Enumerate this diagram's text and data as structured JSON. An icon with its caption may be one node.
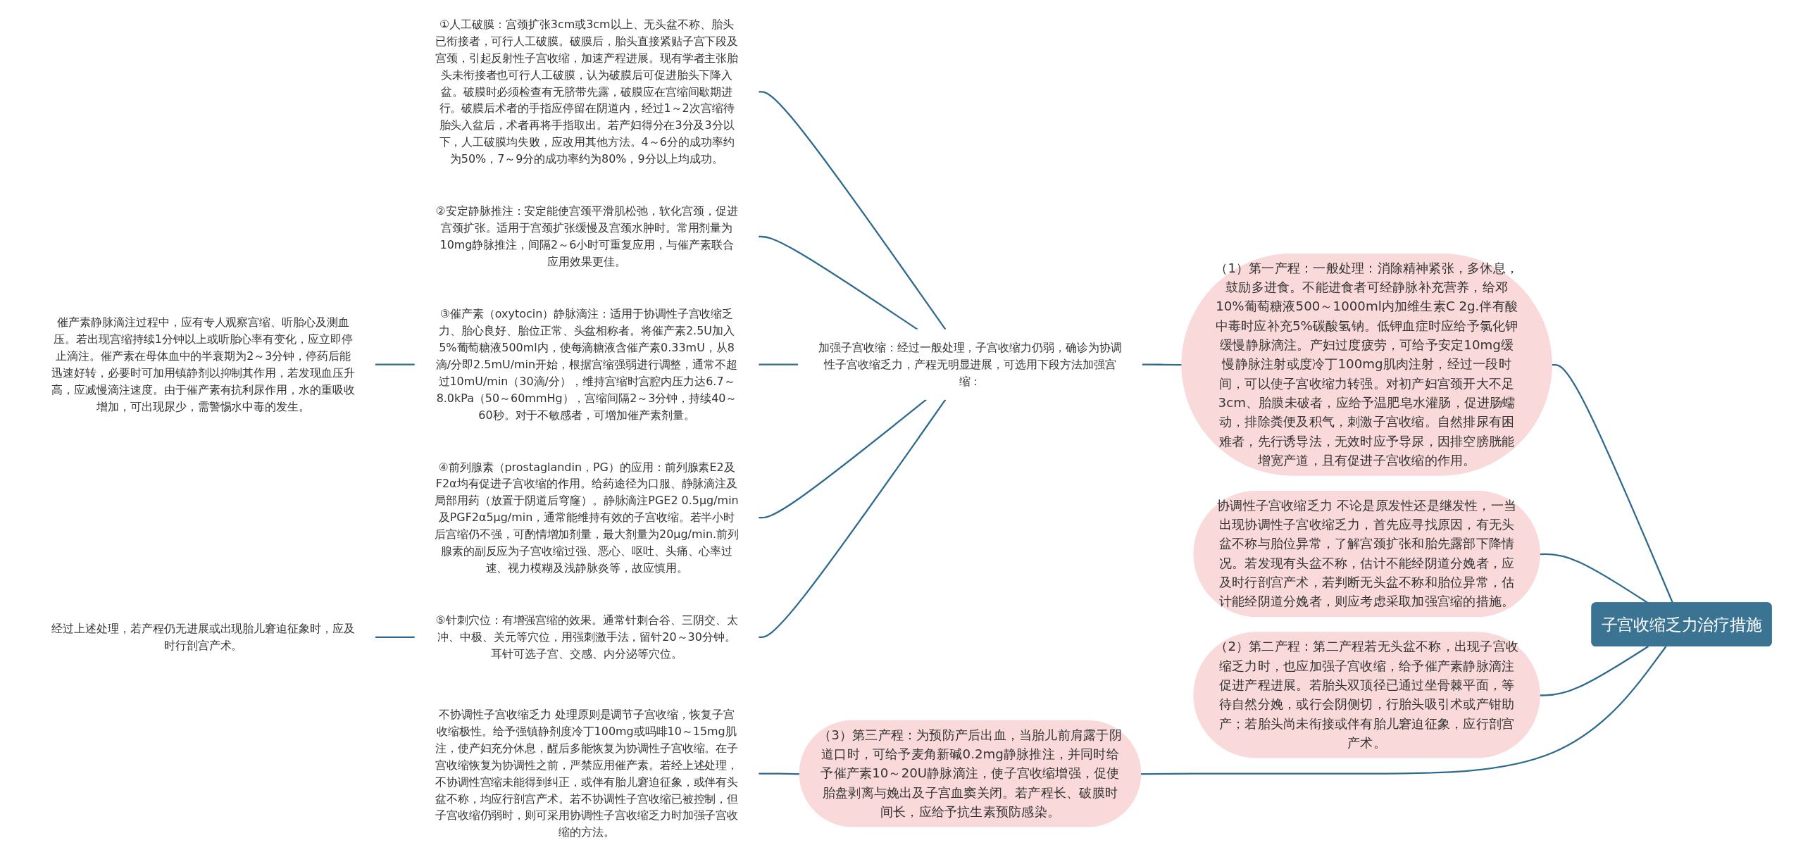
{
  "diagram": {
    "nodes": [
      {
        "text": [
          "子宫收缩乏力治疗措施"
        ]
      },
      {
        "text": [
          "（1）第一产程：一般处理：消除精神紧张，多休息，鼓励多进食。不能进食者可经静脉补充营养，给邓10%葡萄糖液500～1000ml内加维生素C 2g.伴有酸中毒时应补充5%碳酸氢钠。低钾血症时应给予氯化钾缓慢静脉滴注。产妇过度疲劳，可给予安定10mg缓慢静脉注射或度冷丁100mg肌肉注射，经过一段时间，可以使子宫收缩力转强。对初产妇宫颈开大不足3cm、胎膜未破者，应给予温肥皂水灌肠，促进肠蠕动，排除粪便及积气，刺激子宫收缩。自然排尿有困难者，先行诱导法，无效时应予导尿，因排空膀胱能增宽产道，且有促进子宫收缩的作用。"
        ]
      },
      {
        "text": [
          "加强子宫收缩：经过一般处理，子宫收缩力仍弱，确诊为协调性子宫收缩乏力，产程无明显进展，可选用下段方法加强宫缩："
        ]
      },
      {
        "text": [
          "①人工破膜：宫颈扩张3cm或3cm以上、无头盆不称、胎头已衔接者，可行人工破膜。破膜后，胎头直接紧贴子宫下段及宫颈，引起反射性子宫收缩，加速产程进展。现有学者主张胎头未衔接者也可行人工破膜，认为破膜后可促进胎头下降入盆。破膜时必须检查有无脐带先露，破膜应在宫缩间歇期进行。破膜后术者的手指应停留在阴道内，经过1～2次宫缩待胎头入盆后，术者再将手指取出。若产妇得分在3分及3分以下，人工破膜均失败，应改用其他方法。4～6分的成功率约为50%，7～9分的成功率约为80%，9分以上均成功。"
        ]
      },
      {
        "text": [
          "②安定静脉推注：安定能使宫颈平滑肌松弛，软化宫颈，促进宫颈扩张。适用于宫颈扩张缓慢及宫颈水肿时。常用剂量为10mg静脉推注，间隔2～6小时可重复应用，与催产素联合应用效果更佳。"
        ]
      },
      {
        "text": [
          "③催产素（oxytocin）静脉滴注：适用于协调性子宫收缩乏力、胎心良好、胎位正常、头盆相称者。将催产素2.5U加入5%葡萄糖液500ml内，使每滴糖液含催产素0.33mU，从8滴/分即2.5mU/min开始，根据宫缩强弱进行调整，通常不超过10mU/min（30滴/分），维持宫缩时宫腔内压力达6.7～8.0kPa（50～60mmHg），宫缩间隔2～3分钟，持续40～60秒。对于不敏感者，可增加催产素剂量。"
        ]
      },
      {
        "text": [
          "催产素静脉滴注过程中，应有专人观察宫缩、听胎心及测血压。若出现宫缩持续1分钟以上或听胎心率有变化，应立即停止滴注。催产素在母体血中的半衰期为2～3分钟，停药后能迅速好转，必要时可加用镇静剂以抑制其作用，若发现血压升高，应减慢滴注速度。由于催产素有抗利尿作用，水的重吸收增加，可出现尿少，需警惕水中毒的发生。"
        ]
      },
      {
        "text": [
          "④前列腺素（prostaglandin，PG）的应用：前列腺素E2及F2α均有促进子宫收缩的作用。给药途径为口服、静脉滴注及局部用药（放置于阴道后穹窿）。静脉滴注PGE2 0.5μg/min及PGF2α5μg/min，通常能维持有效的子宫收缩。若半小时后宫缩仍不强，可酌情增加剂量，最大剂量为20μg/min.前列腺素的副反应为子宫收缩过强、恶心、呕吐、头痛、心率过速、视力模糊及浅静脉炎等，故应慎用。"
        ]
      },
      {
        "text": [
          "⑤针刺穴位：有增强宫缩的效果。通常针刺合谷、三阴交、太冲、中极、关元等穴位，用强刺激手法，留针20～30分钟。耳针可选子宫、交感、内分泌等穴位。"
        ]
      },
      {
        "text": [
          "经过上述处理，若产程仍无进展或出现胎儿窘迫征象时，应及时行剖宫产术。"
        ]
      },
      {
        "text": [
          "（3）第三产程：为预防产后出血，当胎儿前肩露于阴道口时，可给予麦角新碱0.2mg静脉推注，并同时给予催产素10～20U静脉滴注，使子宫收缩增强，促使胎盘剥离与娩出及子宫血窦关闭。若产程长、破膜时间长，应给予抗生素预防感染。"
        ]
      },
      {
        "text": [
          "不协调性子宫收缩乏力 处理原则是调节子宫收缩，恢复子宫收缩极性。给予强镇静剂度冷丁100mg或吗啡10～15mg肌注，使产妇充分休息，醒后多能恢复为协调性子宫收缩。在子宫收缩恢复为协调性之前，严禁应用催产素。若经上述处理，不协调性宫缩未能得到纠正，或伴有胎儿窘迫征象，或伴有头盆不称，均应行剖宫产术。若不协调性子宫收缩已被控制，但子宫收缩仍弱时，则可采用协调性子宫收缩乏力时加强子宫收缩的方法。"
        ]
      },
      {
        "text": [
          "协调性子宫收缩乏力 不论是原发性还是继发性，一当出现协调性子宫收缩乏力，首先应寻找原因，有无头盆不称与胎位异常，了解宫颈扩张和胎先露部下降情况。若发现有头盆不称，估计不能经阴道分娩者，应及时行剖宫产术，若判断无头盆不称和胎位异常，估计能经阴道分娩者，则应考虑采取加强宫缩的措施。"
        ]
      },
      {
        "text": [
          "（2）第二产程：第二产程若无头盆不称，出现子宫收缩乏力时，也应加强子宫收缩，给予催产素静脉滴注促进产程进展。若胎头双顶径已通过坐骨棘平面，等待自然分娩，或行会阴侧切，行胎头吸引术或产钳助产；若胎头尚未衔接或伴有胎儿窘迫征象，应行剖宫产术。"
        ]
      }
    ],
    "edges": [
      {
        "from": 0,
        "to": 1,
        "arrow": "none"
      },
      {
        "from": 1,
        "to": 2,
        "arrow": "none"
      },
      {
        "from": 2,
        "to": 3,
        "arrow": "none"
      },
      {
        "from": 2,
        "to": 4,
        "arrow": "none"
      },
      {
        "from": 2,
        "to": 5,
        "arrow": "none"
      },
      {
        "from": 5,
        "to": 6,
        "arrow": "none"
      },
      {
        "from": 2,
        "to": 7,
        "arrow": "none"
      },
      {
        "from": 2,
        "to": 8,
        "arrow": "none"
      },
      {
        "from": 8,
        "to": 9,
        "arrow": "none"
      },
      {
        "from": 0,
        "to": 10,
        "arrow": "none"
      },
      {
        "from": 10,
        "to": 11,
        "arrow": "none"
      },
      {
        "from": 0,
        "to": 12,
        "arrow": "none"
      },
      {
        "from": 0,
        "to": 13,
        "arrow": "none"
      }
    ]
  }
}
